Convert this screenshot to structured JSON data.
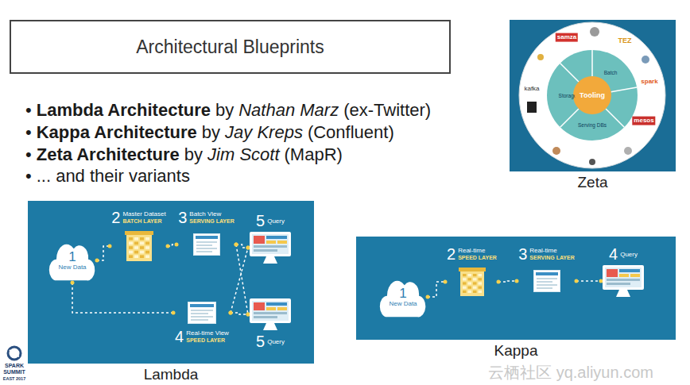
{
  "diagram": {
    "title": "Architectural Blueprints",
    "nodes": [
      {
        "text": [
          "Zeta"
        ]
      },
      {
        "text": [
          "Tooling"
        ],
        "in": 0
      },
      {
        "text": [
          "Lambda"
        ]
      },
      {
        "text": [
          "1",
          "New Data"
        ],
        "in": 2
      },
      {
        "text": [
          "2",
          "Master Dataset",
          "BATCH LAYER"
        ],
        "in": 2
      },
      {
        "text": [
          "3",
          "Batch View",
          "SERVING LAYER"
        ],
        "in": 2
      },
      {
        "text": [
          "5",
          "Query"
        ],
        "in": 2
      },
      {
        "text": [
          "4",
          "Real-time View",
          "SPEED LAYER"
        ],
        "in": 2
      },
      {
        "text": [
          "5",
          "Query"
        ],
        "in": 2
      },
      {
        "text": [
          "Kappa"
        ]
      },
      {
        "text": [
          "1",
          "New Data"
        ],
        "in": 9
      },
      {
        "text": [
          "2",
          "Real-time",
          "SPEED LAYER"
        ],
        "in": 9
      },
      {
        "text": [
          "3",
          "Real-time",
          "SERVING LAYER"
        ],
        "in": 9
      },
      {
        "text": [
          "4",
          "Query"
        ],
        "in": 9
      }
    ],
    "edges": [
      {
        "from": 3,
        "to": 4,
        "arrow": "none"
      },
      {
        "from": 4,
        "to": 5,
        "arrow": "none"
      },
      {
        "from": 5,
        "to": 6,
        "arrow": "none"
      },
      {
        "from": 5,
        "to": 8,
        "arrow": "none"
      },
      {
        "from": 3,
        "to": 7,
        "arrow": "none"
      },
      {
        "from": 7,
        "to": 6,
        "arrow": "none"
      },
      {
        "from": 7,
        "to": 8,
        "arrow": "none"
      },
      {
        "from": 10,
        "to": 11,
        "arrow": "none"
      },
      {
        "from": 11,
        "to": 12,
        "arrow": "none"
      },
      {
        "from": 12,
        "to": 13,
        "arrow": "none"
      }
    ],
    "labels": [
      "•",
      "Lambda Architecture",
      "by",
      "Nathan Marz",
      "(ex-Twitter)",
      "•",
      "Kappa Architecture",
      "by",
      "Jay Kreps",
      "(Confluent)",
      "•",
      "Zeta Architecture",
      "by",
      "Jim Scott",
      "(MapR)",
      "•",
      "... and their variants",
      "samza",
      "TEZ",
      "kafka",
      "spark",
      "mesos",
      "Batch",
      "Serving DBs",
      "Storage",
      "SPARK",
      "SUMMIT",
      "EAST 2017",
      "云栖社区 yq.aliyun.com"
    ]
  }
}
